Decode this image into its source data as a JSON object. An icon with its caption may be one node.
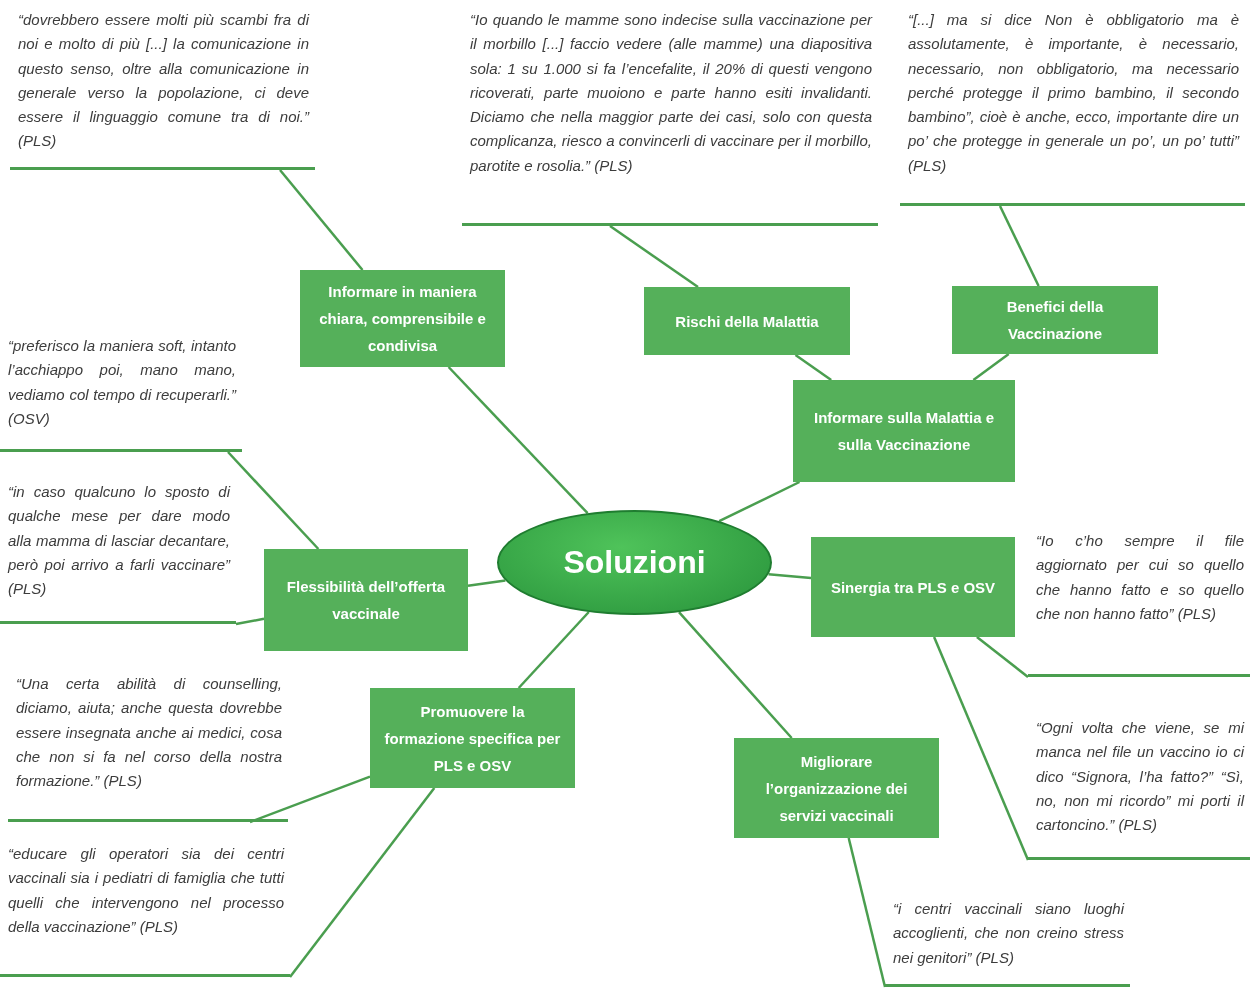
{
  "diagram": {
    "nodes": [
      {
        "text": [
          "Soluzioni"
        ]
      },
      {
        "text": [
          "Informare in maniera chiara, comprensibile e condivisa"
        ]
      },
      {
        "text": [
          "Rischi della Malattia"
        ]
      },
      {
        "text": [
          "Benefici della Vaccinazione"
        ]
      },
      {
        "text": [
          "Informare sulla Malattia e sulla Vaccinazione"
        ]
      },
      {
        "text": [
          "Sinergia tra PLS e OSV"
        ]
      },
      {
        "text": [
          "Migliorare l’organizzazione dei servizi vaccinali"
        ]
      },
      {
        "text": [
          "Promuovere la formazione specifica per PLS e OSV"
        ]
      },
      {
        "text": [
          "Flessibilità dell’offerta vaccinale"
        ]
      },
      {
        "text": [
          "“dovrebbero essere molti più scambi fra di noi e molto di più [...] la comunicazione in questo senso, oltre alla comunicazione in generale verso la popolazione, ci deve essere il linguaggio comune tra di noi.” (PLS)"
        ]
      },
      {
        "text": [
          "“Io quando le mamme sono indecise sulla vaccinazione per il morbillo [...] faccio vedere (alle mamme) una diapositiva sola: 1 su 1.000 si fa l’encefalite, il 20% di questi vengono ricoverati, parte muoiono e parte hanno esiti invalidanti. Diciamo che nella maggior parte dei casi, solo con questa complicanza, riesco a convincerli di vaccinare per il morbillo, parotite e rosolia.” (PLS)"
        ]
      },
      {
        "text": [
          "“[...] ma si dice Non è obbligatorio ma è assolutamente, è importante, è necessario, necessario, non obbligatorio, ma necessario perché protegge il primo bambino, il secondo bambino”, cioè è anche, ecco, importante dire un po’ che protegge in generale un po’, un po’ tutti” (PLS)"
        ]
      },
      {
        "text": [
          "“preferisco la maniera soft, intanto l’acchiappo poi, mano mano, vediamo col tempo di recuperarli.” (OSV)"
        ]
      },
      {
        "text": [
          "“in caso qualcuno lo sposto di qualche mese per dare modo alla mamma di lasciar decantare, però poi arrivo a farli vaccinare” (PLS)"
        ]
      },
      {
        "text": [
          "“Una certa abilità di counselling, diciamo, aiuta; anche questa dovrebbe essere insegnata anche ai medici, cosa che non si fa nel corso della nostra formazione.” (PLS)"
        ]
      },
      {
        "text": [
          "“educare gli operatori sia dei centri vaccinali sia i pediatri di famiglia che tutti quelli che intervengono nel processo della vaccinazione” (PLS)"
        ]
      },
      {
        "text": [
          "“Io c’ho sempre il file aggiornato per cui so quello che hanno fatto e so quello che non hanno fatto” (PLS)"
        ]
      },
      {
        "text": [
          "“Ogni volta che viene, se mi manca nel file un vaccino io ci dico “Signora, l’ha fatto?” “Sì, no, non mi ricordo” mi porti il cartoncino.” (PLS)"
        ]
      },
      {
        "text": [
          "“i centri vaccinali siano luoghi accoglienti, che non creino stress nei genitori” (PLS)"
        ]
      }
    ],
    "edges": [
      {
        "from": 0,
        "to": 1,
        "arrow": "none"
      },
      {
        "from": 0,
        "to": 4,
        "arrow": "none"
      },
      {
        "from": 4,
        "to": 2,
        "arrow": "none"
      },
      {
        "from": 4,
        "to": 3,
        "arrow": "none"
      },
      {
        "from": 0,
        "to": 5,
        "arrow": "none"
      },
      {
        "from": 0,
        "to": 6,
        "arrow": "none"
      },
      {
        "from": 0,
        "to": 7,
        "arrow": "none"
      },
      {
        "from": 0,
        "to": 8,
        "arrow": "none"
      },
      {
        "from": 9,
        "to": 1,
        "arrow": "none"
      },
      {
        "from": 10,
        "to": 2,
        "arrow": "none"
      },
      {
        "from": 11,
        "to": 3,
        "arrow": "none"
      },
      {
        "from": 12,
        "to": 8,
        "arrow": "none"
      },
      {
        "from": 13,
        "to": 8,
        "arrow": "none"
      },
      {
        "from": 14,
        "to": 7,
        "arrow": "none"
      },
      {
        "from": 15,
        "to": 7,
        "arrow": "none"
      },
      {
        "from": 16,
        "to": 5,
        "arrow": "none"
      },
      {
        "from": 17,
        "to": 5,
        "arrow": "none"
      },
      {
        "from": 18,
        "to": 6,
        "arrow": "none"
      }
    ]
  }
}
